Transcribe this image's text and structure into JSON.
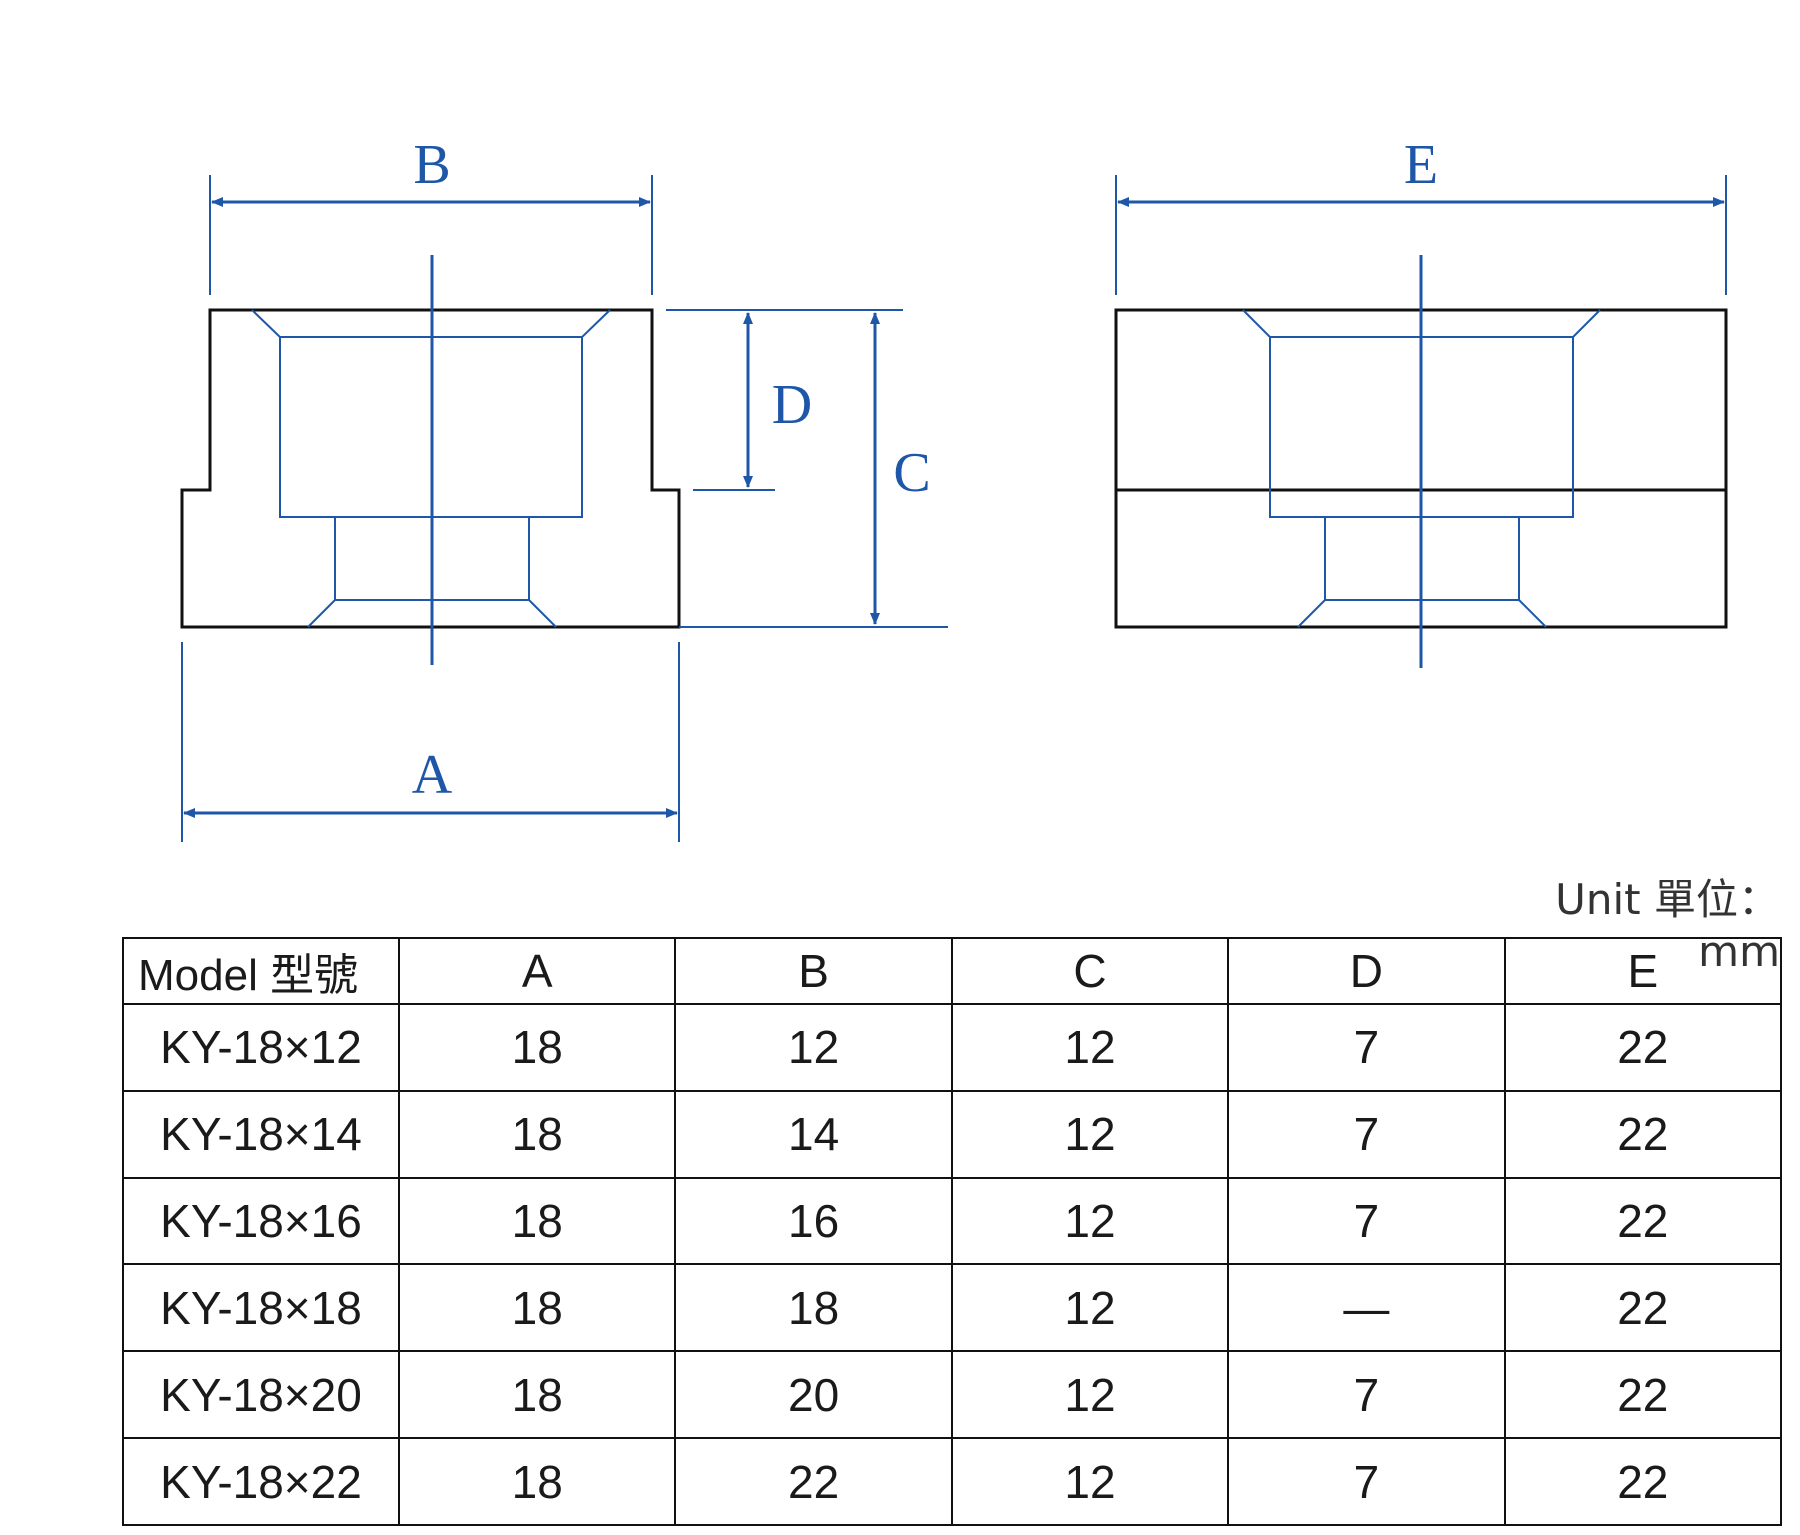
{
  "diagram": {
    "labels": {
      "A": "A",
      "B": "B",
      "C": "C",
      "D": "D",
      "E": "E"
    },
    "colors": {
      "outline": "#111111",
      "dimension": "#1f57a8"
    }
  },
  "unit_label": "Unit 單位：mm",
  "table": {
    "headers": [
      "Model 型號",
      "A",
      "B",
      "C",
      "D",
      "E"
    ],
    "rows": [
      [
        "KY-18×12",
        "18",
        "12",
        "12",
        "7",
        "22"
      ],
      [
        "KY-18×14",
        "18",
        "14",
        "12",
        "7",
        "22"
      ],
      [
        "KY-18×16",
        "18",
        "16",
        "12",
        "7",
        "22"
      ],
      [
        "KY-18×18",
        "18",
        "18",
        "12",
        "—",
        "22"
      ],
      [
        "KY-18×20",
        "18",
        "20",
        "12",
        "7",
        "22"
      ],
      [
        "KY-18×22",
        "18",
        "22",
        "12",
        "7",
        "22"
      ]
    ]
  }
}
